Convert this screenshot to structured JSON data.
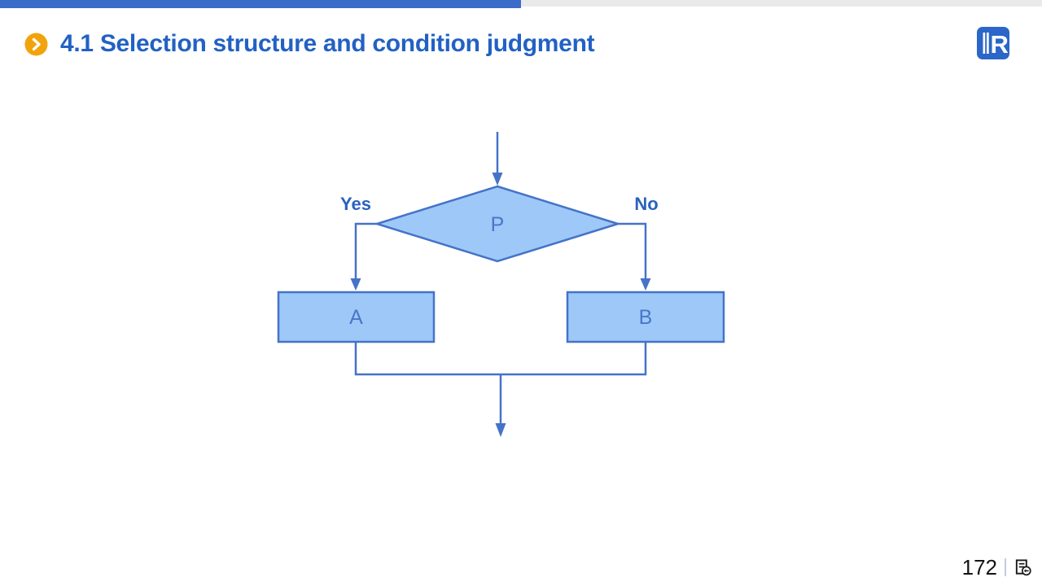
{
  "header": {
    "title": "4.1 Selection structure and condition judgment",
    "logo_letter": "R"
  },
  "flowchart": {
    "labels": {
      "decision": "P",
      "yes": "Yes",
      "no": "No",
      "process_a": "A",
      "process_b": "B"
    },
    "nodes": [
      {
        "id": "P",
        "type": "decision",
        "label": "P"
      },
      {
        "id": "A",
        "type": "process",
        "label": "A"
      },
      {
        "id": "B",
        "type": "process",
        "label": "B"
      }
    ],
    "edges": [
      {
        "from": "start",
        "to": "P"
      },
      {
        "from": "P",
        "to": "A",
        "label": "Yes"
      },
      {
        "from": "P",
        "to": "B",
        "label": "No"
      },
      {
        "from": "A",
        "to": "end"
      },
      {
        "from": "B",
        "to": "end"
      }
    ]
  },
  "footer": {
    "page_number": "172"
  },
  "colors": {
    "topbar_blue": "#3B6CC9",
    "topbar_gray": "#EAEAEA",
    "title_blue": "#2261C4",
    "branch_label_blue": "#2A62BE",
    "shape_fill": "#9DC8F8",
    "shape_stroke": "#4573C8",
    "shape_text": "#4A77C8",
    "bullet_orange": "#F2A30C",
    "logo_blue": "#2B66C8",
    "footer_text": "#141414"
  }
}
